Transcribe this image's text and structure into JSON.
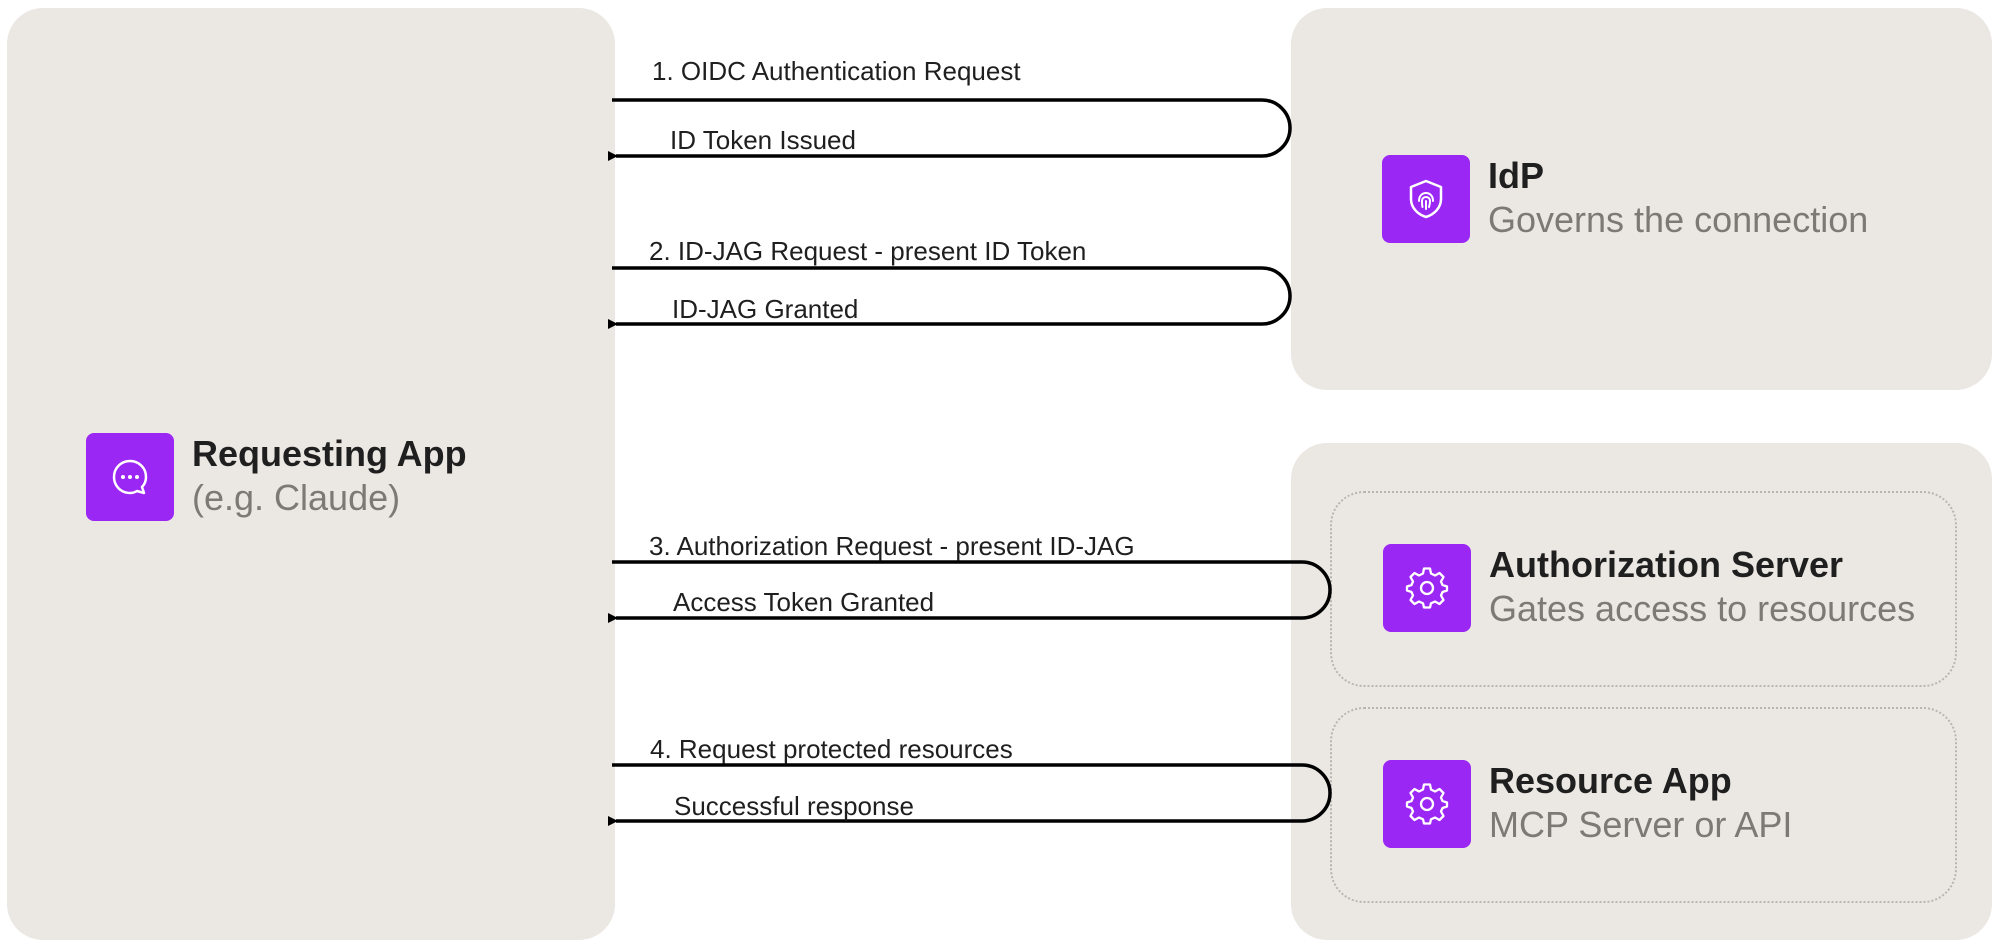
{
  "entities": {
    "requesting_app": {
      "title": "Requesting App",
      "subtitle": "(e.g. Claude)",
      "icon": "chat-bubble-icon"
    },
    "idp": {
      "title": "IdP",
      "subtitle": "Governs the connection",
      "icon": "fingerprint-shield-icon"
    },
    "authorization_server": {
      "title": "Authorization Server",
      "subtitle": "Gates access to resources",
      "icon": "gear-icon"
    },
    "resource_app": {
      "title": "Resource App",
      "subtitle": "MCP Server or API",
      "icon": "gear-icon"
    }
  },
  "flows": [
    {
      "request": "1. OIDC Authentication Request",
      "response": "ID Token Issued"
    },
    {
      "request": "2. ID-JAG Request - present ID Token",
      "response": "ID-JAG Granted"
    },
    {
      "request": "3. Authorization Request - present ID-JAG",
      "response": "Access Token Granted"
    },
    {
      "request": "4. Request protected resources",
      "response": "Successful response"
    }
  ],
  "colors": {
    "panel": "#ebe8e3",
    "icon_accent": "#9b27f5",
    "title_text": "#1f1f1f",
    "subtitle_text": "#7d7a76",
    "arrow": "#000000"
  }
}
